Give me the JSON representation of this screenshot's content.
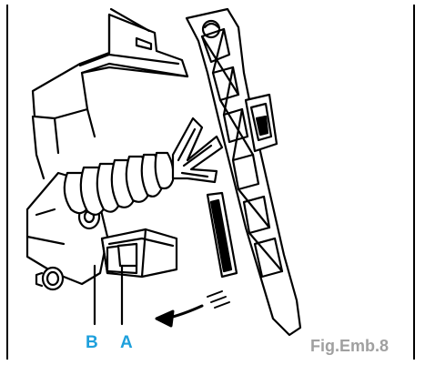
{
  "labels": {
    "b": "B",
    "a": "A"
  },
  "caption": "Fig.Emb.8",
  "colors": {
    "label_blue": "#1ea0dc",
    "caption_gray": "#a0a0a0",
    "line": "#000000"
  }
}
